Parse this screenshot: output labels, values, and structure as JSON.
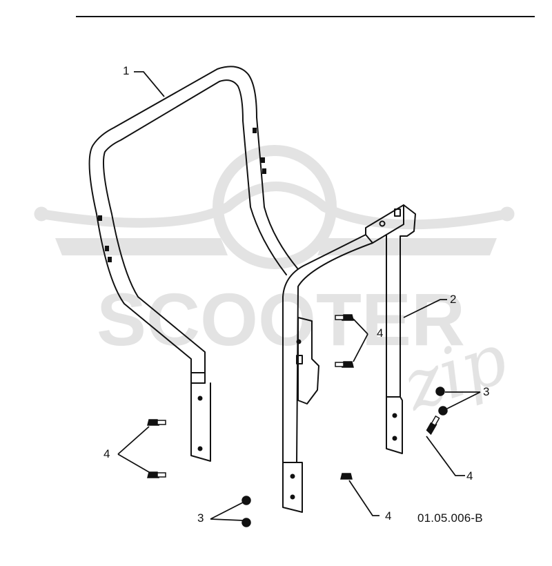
{
  "callouts": {
    "c1": "1",
    "c2": "2",
    "c3a": "3",
    "c3b": "3",
    "c4a": "4",
    "c4b": "4",
    "c4c": "4",
    "c4d": "4"
  },
  "drawing_code": "01.05.006-B",
  "watermark": {
    "brand": "SCOOTER",
    "script": "zip",
    "color": "#c8c8c8"
  }
}
